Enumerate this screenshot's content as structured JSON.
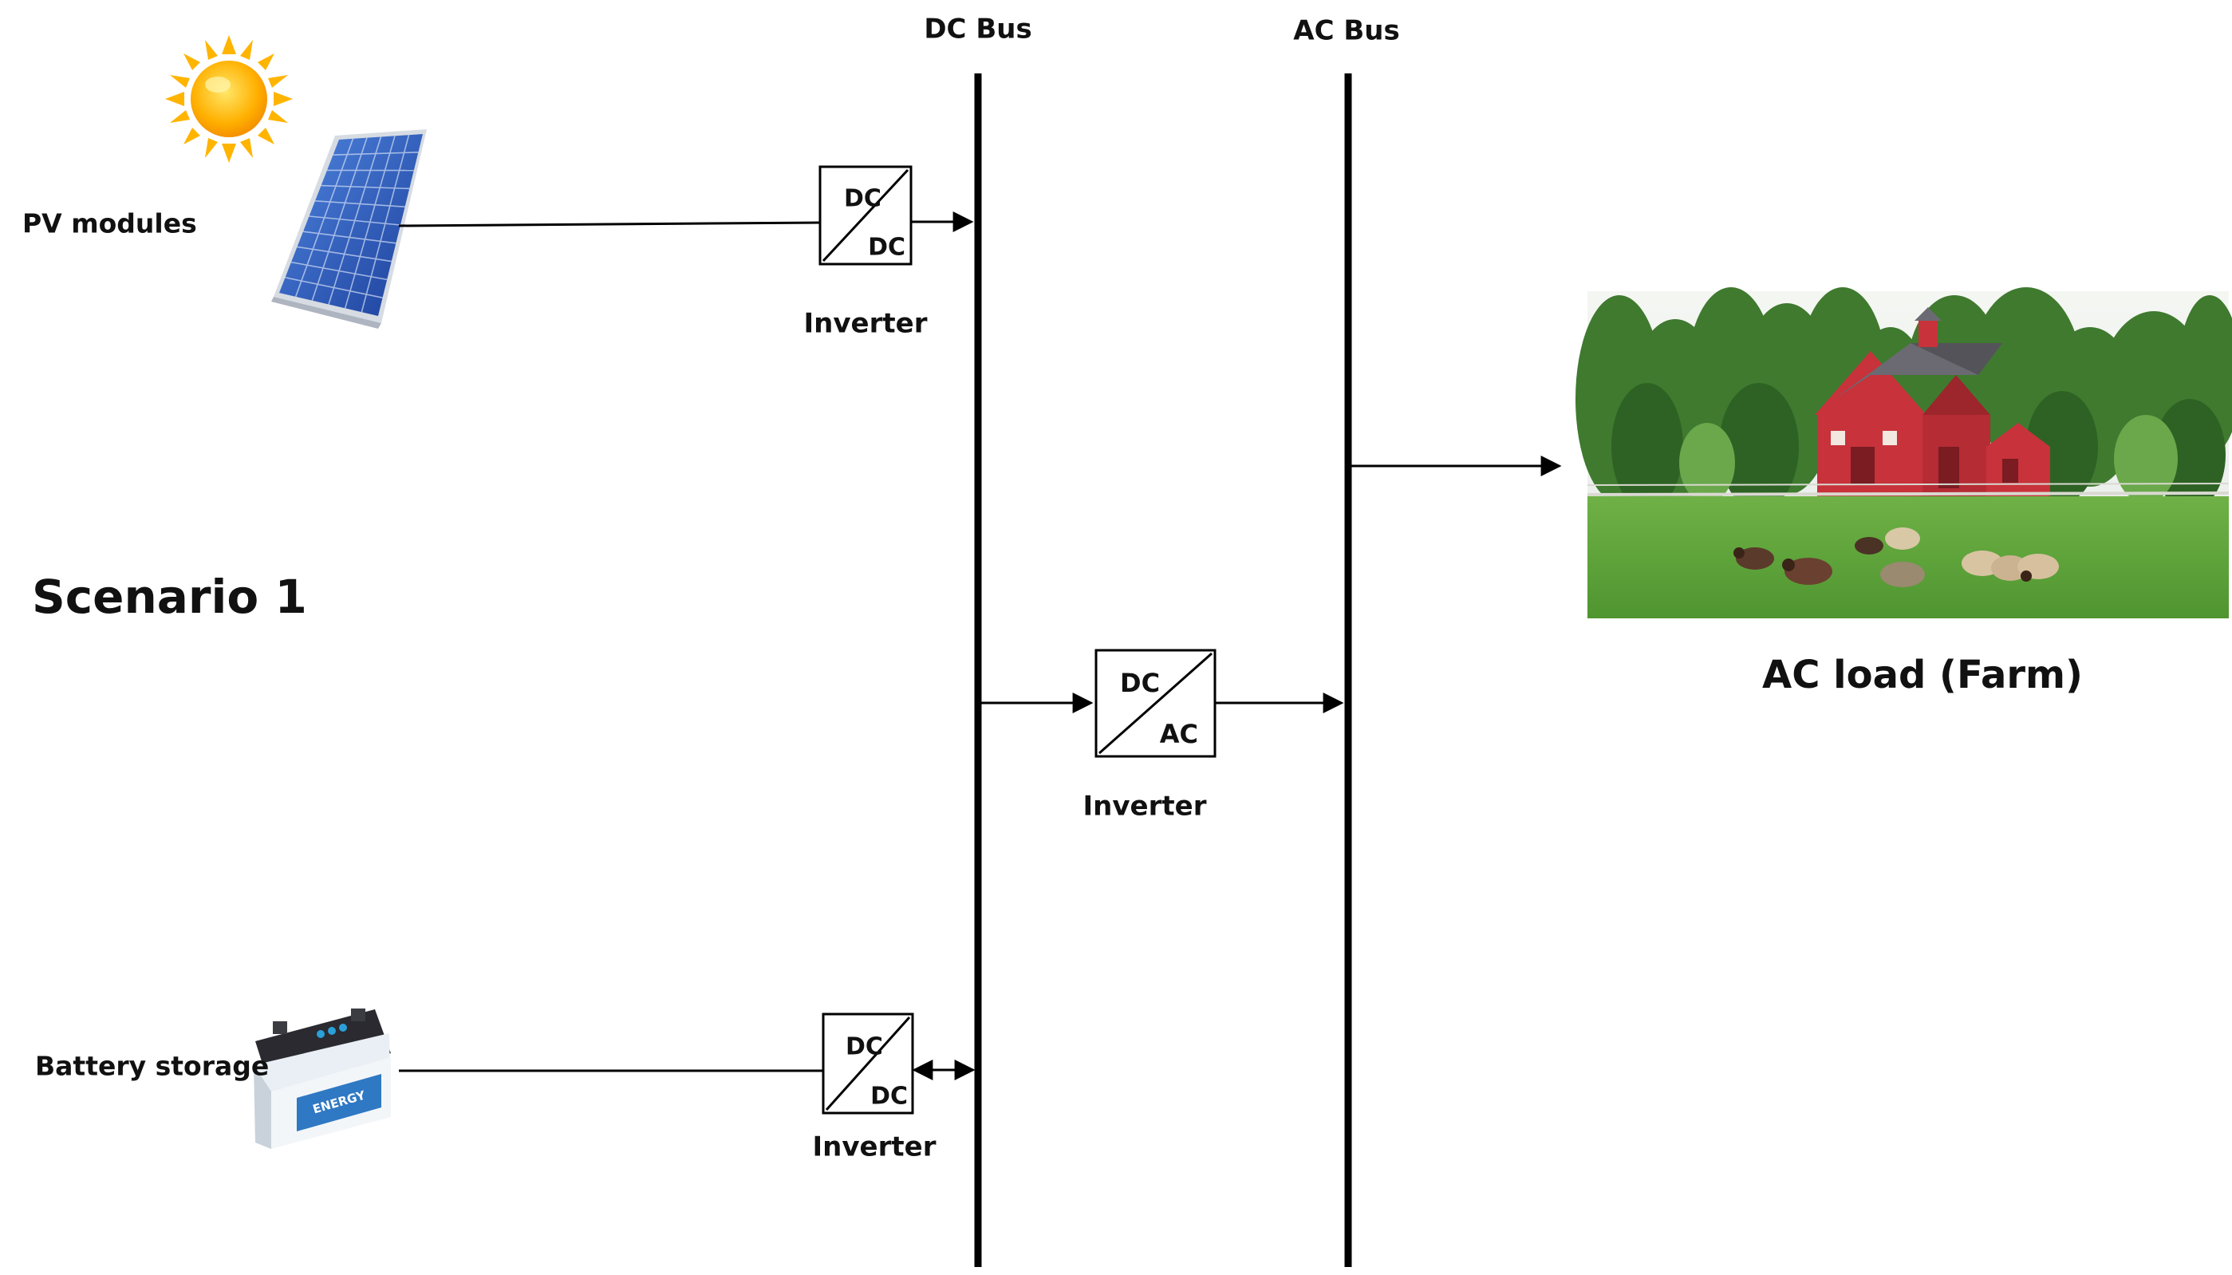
{
  "labels": {
    "dc_bus": "DC Bus",
    "ac_bus": "AC Bus",
    "pv_modules": "PV modules",
    "battery_storage": "Battery storage",
    "scenario": "Scenario 1",
    "ac_load": "AC load (Farm)",
    "battery_brand": "ENERGY"
  },
  "converters": {
    "pv": {
      "top": "DC",
      "bottom": "DC",
      "caption": "Inverter"
    },
    "main": {
      "top": "DC",
      "bottom": "AC",
      "caption": "Inverter"
    },
    "battery": {
      "top": "DC",
      "bottom": "DC",
      "caption": "Inverter"
    }
  },
  "icons": {
    "sun": "sun-icon",
    "pv": "solar-panel-icon",
    "battery": "battery-icon",
    "farm": "farm-scene-image"
  }
}
